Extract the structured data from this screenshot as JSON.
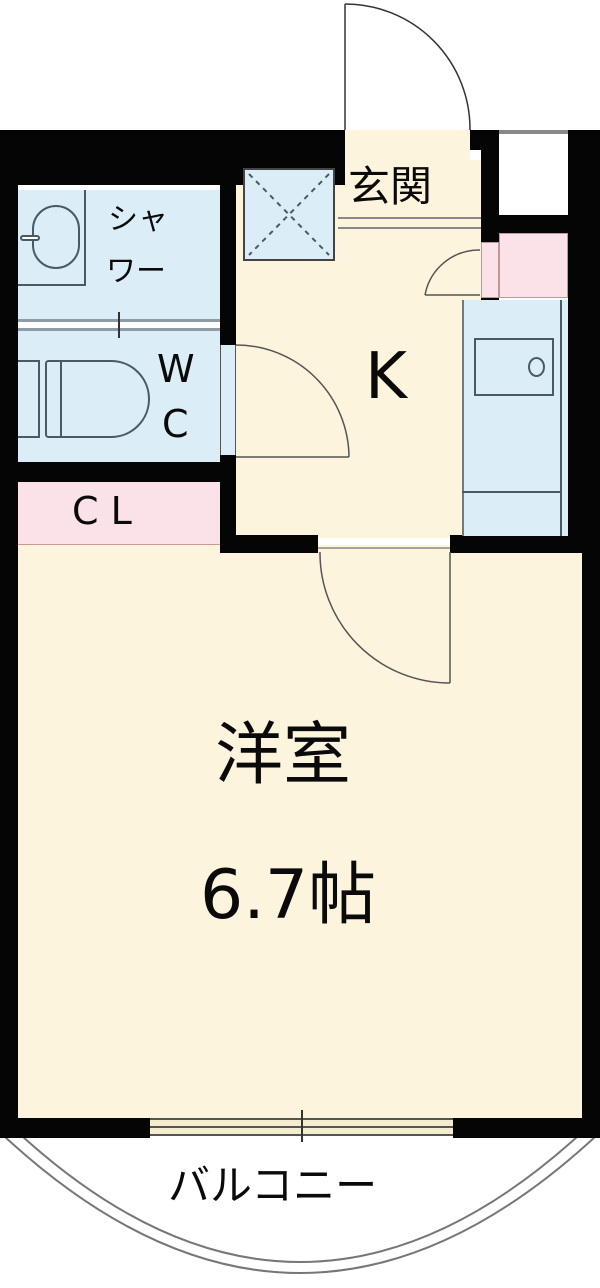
{
  "floorplan": {
    "rooms": {
      "entrance": {
        "label": "玄関"
      },
      "shower": {
        "label_line1": "シャ",
        "label_line2": "ワー"
      },
      "toilet": {
        "label_line1": "W",
        "label_line2": "C"
      },
      "kitchen": {
        "label": "K"
      },
      "closet": {
        "label": "C L"
      },
      "western_room": {
        "label": "洋室",
        "size": "6.7帖"
      },
      "balcony": {
        "label": "バルコニー"
      }
    },
    "colors": {
      "wall": "#050505",
      "floor": "#fdf4de",
      "wet_area": "#dbeef8",
      "storage": "#fbe1e8",
      "fixture_line": "#4a5a60"
    }
  }
}
